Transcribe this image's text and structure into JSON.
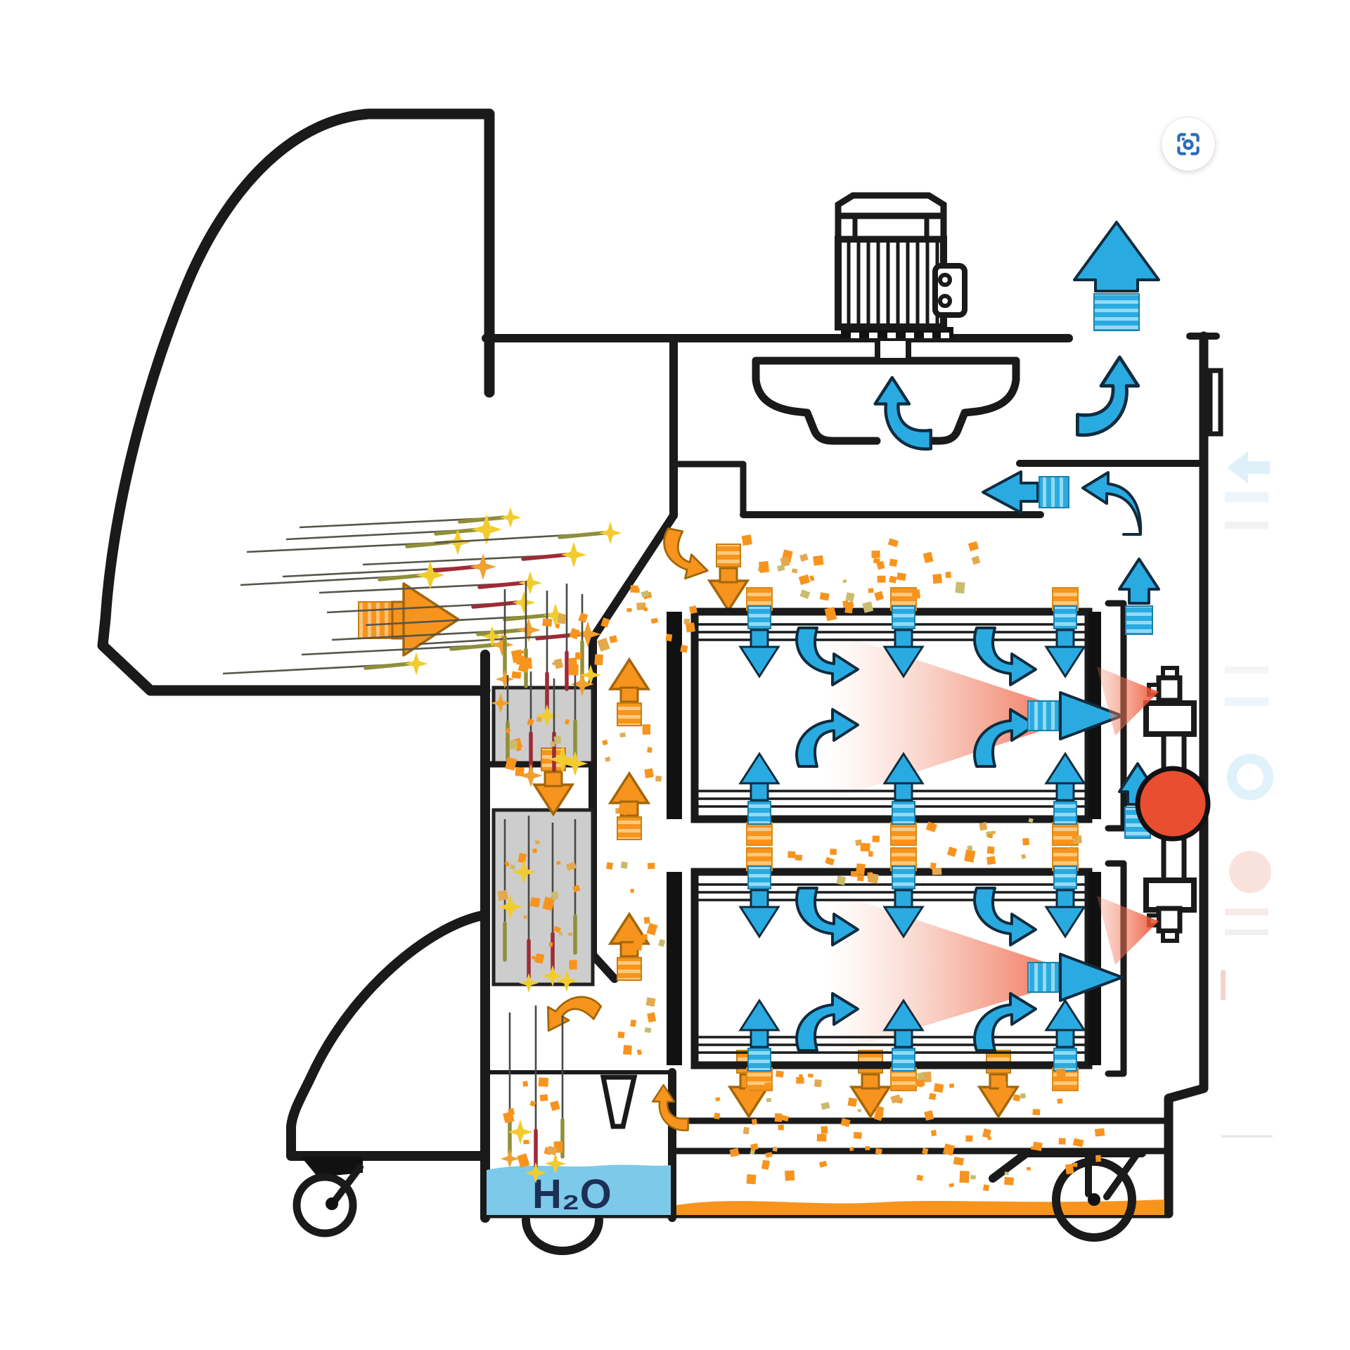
{
  "page": {
    "background": "#ffffff"
  },
  "lens_button": {
    "icon": "camera-lens-icon",
    "icon_color": "#2e6bb8"
  },
  "diagram": {
    "type": "industrial-dust-collector-cutaway",
    "labels": {
      "water": "H₂O"
    },
    "colors": {
      "outline": "#1a1a1a",
      "clean_air_arrows": "#29abe2",
      "dust_air_arrows": "#f7941e",
      "pulse_jet_cone": "#ee4f2e",
      "air_tank_valve": "#e84e2f",
      "water": "#7dc9ea",
      "water_label_text": "#1c2f54",
      "spark_trap_chamber": "#cdcdcd",
      "spark_star": "#f2cc2e",
      "dust_layer": "#f7941e"
    },
    "components": [
      "host-machine-outline",
      "spark-stream",
      "dust-inlet-arrow",
      "spark-trap-chamber-1",
      "spark-trap-chamber-2",
      "water-tank",
      "riser-channel",
      "filter-cartridge-upper",
      "filter-cartridge-lower",
      "pulse-jet-nozzles",
      "compressed-air-tank-valve",
      "fan-scroll",
      "electric-motor",
      "exhaust-outlet",
      "dust-tray",
      "dust-layer",
      "left-caster",
      "right-caster"
    ]
  }
}
